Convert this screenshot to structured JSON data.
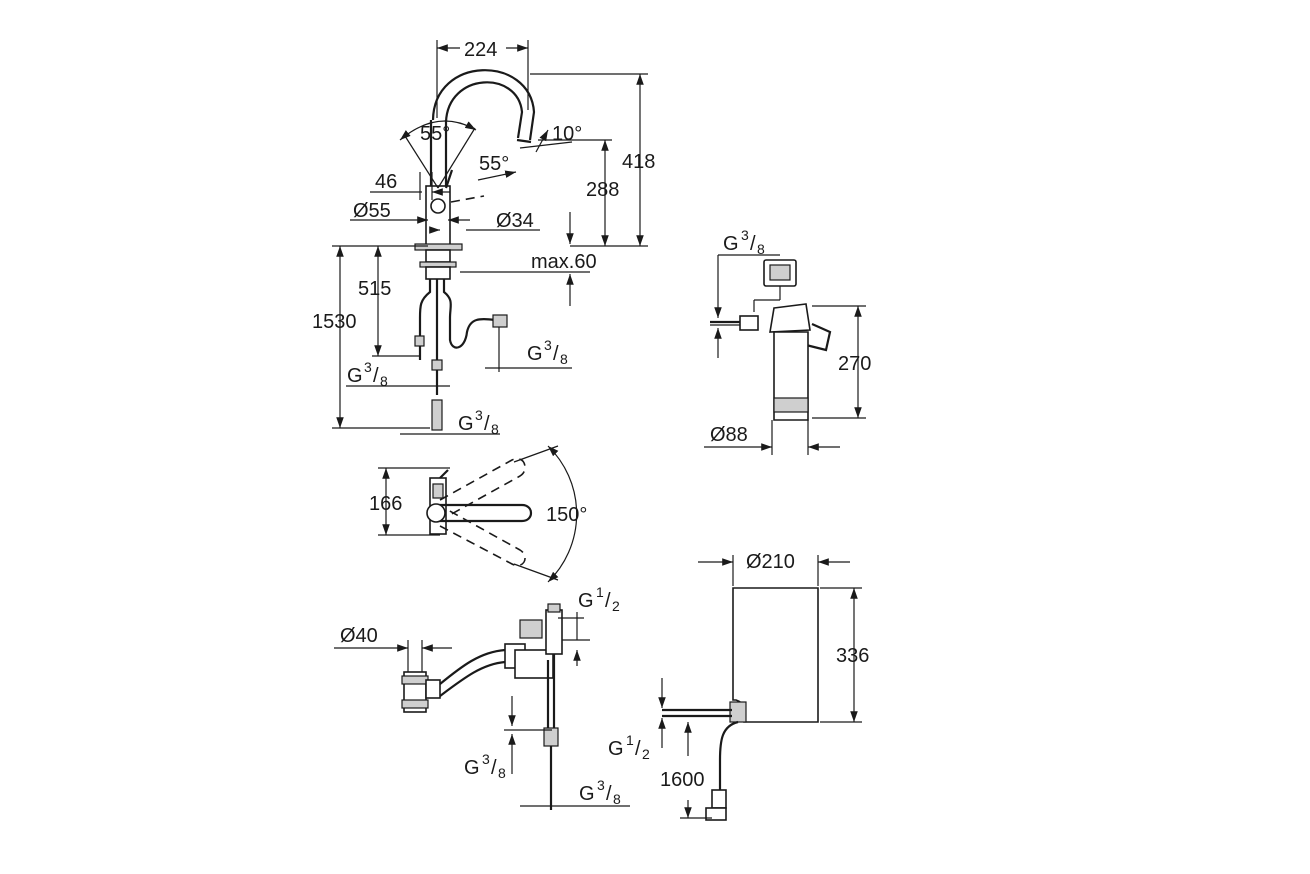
{
  "faucet": {
    "reach": "224",
    "total_height": "418",
    "spout_height": "288",
    "angle_left": "55°",
    "angle_right": "55°",
    "spout_tilt": "10°",
    "lever_offset": "46",
    "base_diameter": "Ø55",
    "hole_diameter": "Ø34",
    "deck_max": "max.60",
    "hose_short": "515",
    "hose_long": "1530",
    "conn_left": {
      "g": "G",
      "num": "3",
      "den": "8"
    },
    "conn_right": {
      "g": "G",
      "num": "3",
      "den": "8"
    },
    "conn_bottom": {
      "g": "G",
      "num": "3",
      "den": "8"
    }
  },
  "filter": {
    "conn": {
      "g": "G",
      "num": "3",
      "den": "8"
    },
    "height": "270",
    "diameter": "Ø88"
  },
  "top_view": {
    "depth": "166",
    "swivel": "150°"
  },
  "valve": {
    "drain_diameter": "Ø40",
    "conn_top": {
      "g": "G",
      "num": "1",
      "den": "2"
    },
    "conn_mid": {
      "g": "G",
      "num": "3",
      "den": "8"
    },
    "conn_bottom": {
      "g": "G",
      "num": "3",
      "den": "8"
    }
  },
  "boiler": {
    "diameter": "Ø210",
    "height": "336",
    "conn": {
      "g": "G",
      "num": "1",
      "den": "2"
    },
    "cable": "1600"
  }
}
